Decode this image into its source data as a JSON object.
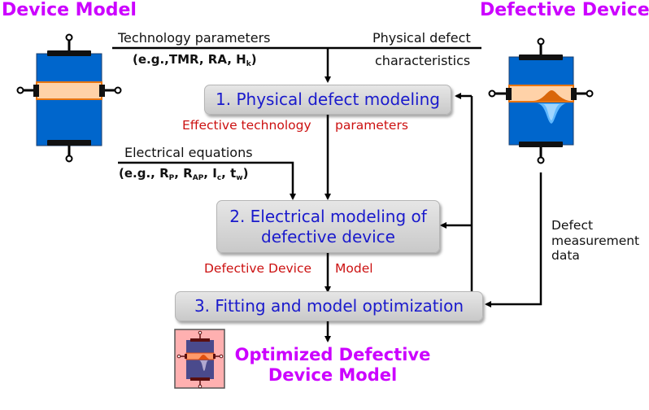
{
  "titles": {
    "device_model": "Device Model",
    "defective_device": "Defective Device",
    "optimized_line1": "Optimized Defective",
    "optimized_line2": "Device Model"
  },
  "inputs": {
    "technology_parameters": "Technology parameters",
    "technology_examples": {
      "prefix": "(e.g.,TMR, RA, H",
      "sub": "k",
      "suffix": ")"
    },
    "physical_defect_line1": "Physical defect",
    "physical_defect_line2": "characteristics",
    "electrical_equations": "Electrical equations",
    "electrical_examples": {
      "p1": "(e.g., R",
      "s1": "P",
      "p2": ", R",
      "s2": "AP",
      "p3": ", I",
      "s3": "c",
      "p4": ", t",
      "s4": "w",
      "p5": ")"
    },
    "defect_measurement_line1": "Defect",
    "defect_measurement_line2": "measurement",
    "defect_measurement_line3": "data"
  },
  "steps": [
    {
      "label": "1. Physical defect modeling"
    },
    {
      "label_line1": "2. Electrical modeling of",
      "label_line2": "defective device"
    },
    {
      "label": "3. Fitting and model optimization"
    }
  ],
  "flow_labels": {
    "effective_left": "Effective technology",
    "effective_right": "parameters",
    "defective_left": "Defective Device",
    "defective_right": "Model"
  },
  "colors": {
    "title": "#cc00ff",
    "step_text": "#1a1acc",
    "flow_label": "#cc1111",
    "device_body": "#0066cc",
    "barrier": "#ffd2a8",
    "barrier_edge": "#e87511"
  }
}
